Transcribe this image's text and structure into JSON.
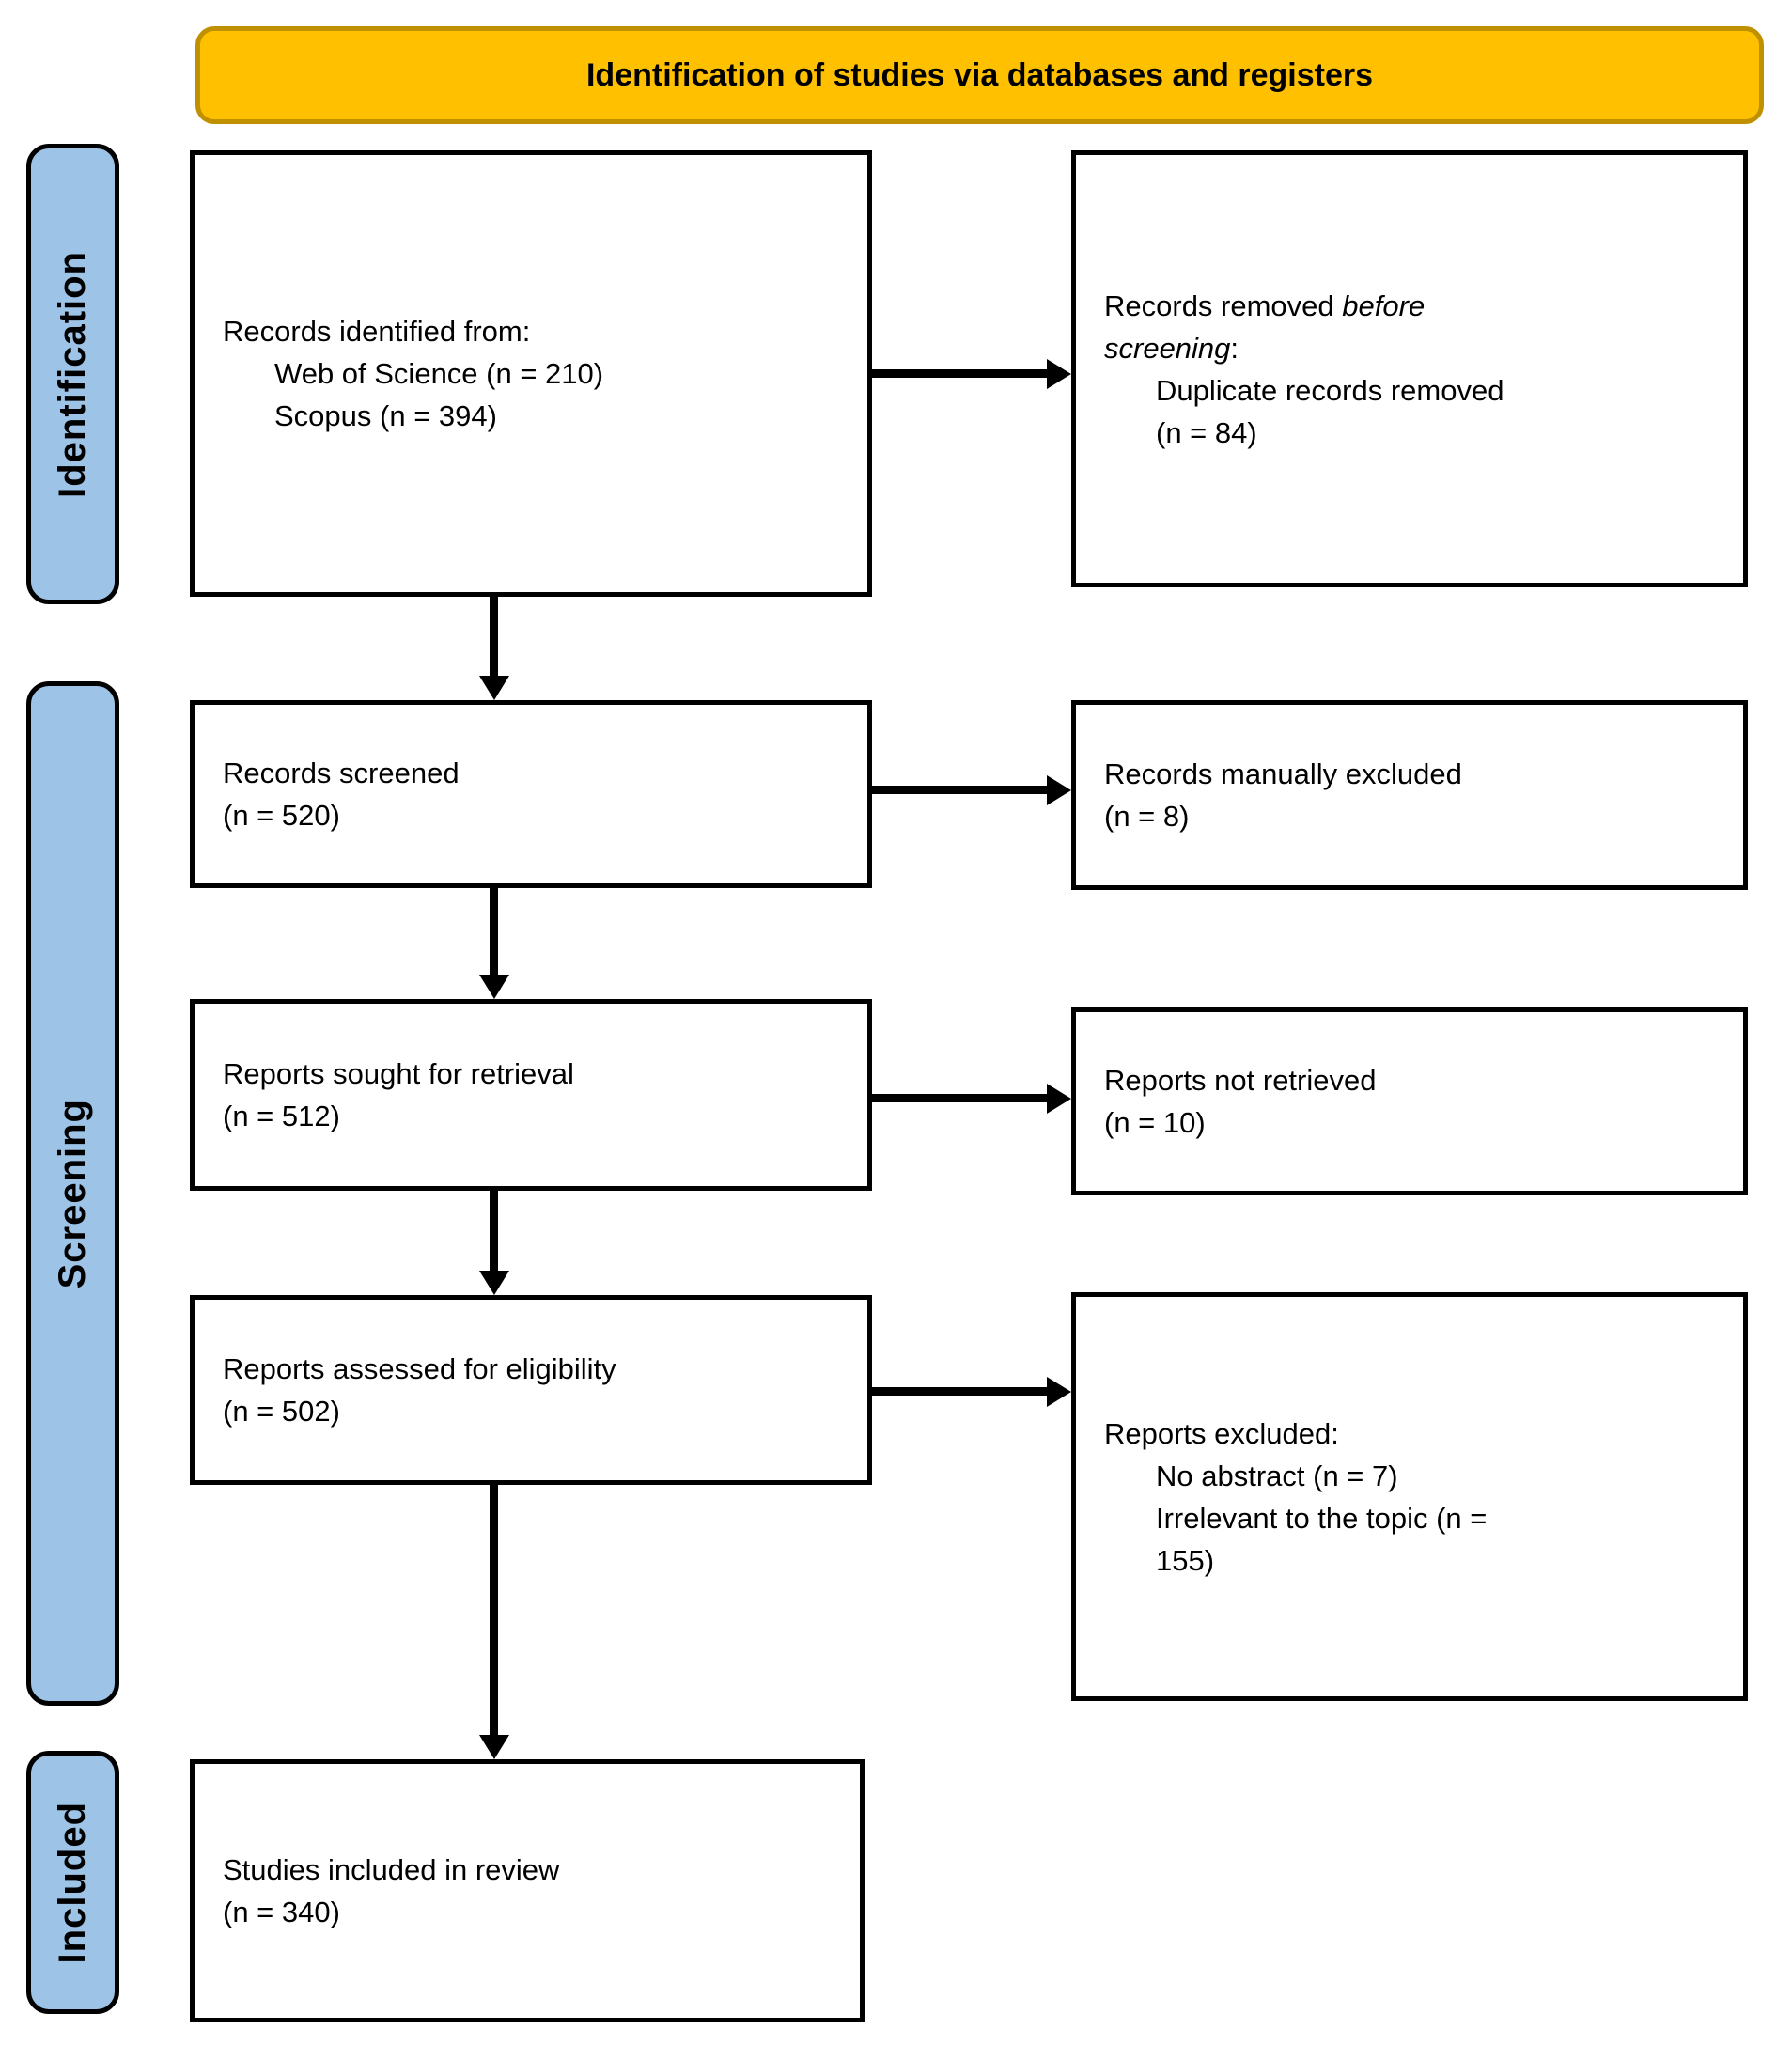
{
  "colors": {
    "banner_fill": "#FFC000",
    "banner_border": "#BF9000",
    "sidebar_fill": "#9DC3E6",
    "box_border": "#000000",
    "arrow_color": "#000000",
    "text_color": "#000000"
  },
  "banner": {
    "label": "Identification of studies via databases and registers"
  },
  "sidebar": {
    "items": [
      {
        "label": "Identification"
      },
      {
        "label": "Screening"
      },
      {
        "label": "Included"
      }
    ]
  },
  "boxes": {
    "records_identified": {
      "lines": [
        {
          "indent": false,
          "segments": [
            {
              "text": "Records identified from:"
            }
          ]
        },
        {
          "indent": true,
          "segments": [
            {
              "text": "Web of Science (n = 210)"
            }
          ]
        },
        {
          "indent": true,
          "segments": [
            {
              "text": "Scopus (n = 394)"
            }
          ]
        }
      ]
    },
    "records_removed": {
      "lines": [
        {
          "indent": false,
          "segments": [
            {
              "text": "Records removed "
            },
            {
              "text": "before",
              "italic": true
            }
          ]
        },
        {
          "indent": false,
          "segments": [
            {
              "text": "screening",
              "italic": true
            },
            {
              "text": ":"
            }
          ]
        },
        {
          "indent": true,
          "segments": [
            {
              "text": "Duplicate records removed"
            }
          ]
        },
        {
          "indent": true,
          "segments": [
            {
              "text": "(n = 84)"
            }
          ]
        }
      ]
    },
    "records_screened": {
      "lines": [
        {
          "indent": false,
          "segments": [
            {
              "text": "Records screened"
            }
          ]
        },
        {
          "indent": false,
          "segments": [
            {
              "text": "(n = 520)"
            }
          ]
        }
      ]
    },
    "records_manually_excluded": {
      "lines": [
        {
          "indent": false,
          "segments": [
            {
              "text": "Records manually excluded"
            }
          ]
        },
        {
          "indent": false,
          "segments": [
            {
              "text": "(n = 8)"
            }
          ]
        }
      ]
    },
    "reports_sought": {
      "lines": [
        {
          "indent": false,
          "segments": [
            {
              "text": "Reports sought for retrieval"
            }
          ]
        },
        {
          "indent": false,
          "segments": [
            {
              "text": "(n = 512)"
            }
          ]
        }
      ]
    },
    "reports_not_retrieved": {
      "lines": [
        {
          "indent": false,
          "segments": [
            {
              "text": "Reports not retrieved"
            }
          ]
        },
        {
          "indent": false,
          "segments": [
            {
              "text": "(n = 10)"
            }
          ]
        }
      ]
    },
    "reports_assessed": {
      "lines": [
        {
          "indent": false,
          "segments": [
            {
              "text": "Reports assessed for eligibility"
            }
          ]
        },
        {
          "indent": false,
          "segments": [
            {
              "text": "(n = 502)"
            }
          ]
        }
      ]
    },
    "reports_excluded": {
      "lines": [
        {
          "indent": false,
          "segments": [
            {
              "text": "Reports excluded:"
            }
          ]
        },
        {
          "indent": true,
          "segments": [
            {
              "text": "No abstract (n = 7)"
            }
          ]
        },
        {
          "indent": true,
          "segments": [
            {
              "text": "Irrelevant to the topic (n ="
            }
          ]
        },
        {
          "indent": true,
          "segments": [
            {
              "text": "155)"
            }
          ]
        }
      ]
    },
    "studies_included": {
      "lines": [
        {
          "indent": false,
          "segments": [
            {
              "text": "Studies included in review"
            }
          ]
        },
        {
          "indent": false,
          "segments": [
            {
              "text": "(n = 340)"
            }
          ]
        }
      ]
    }
  }
}
